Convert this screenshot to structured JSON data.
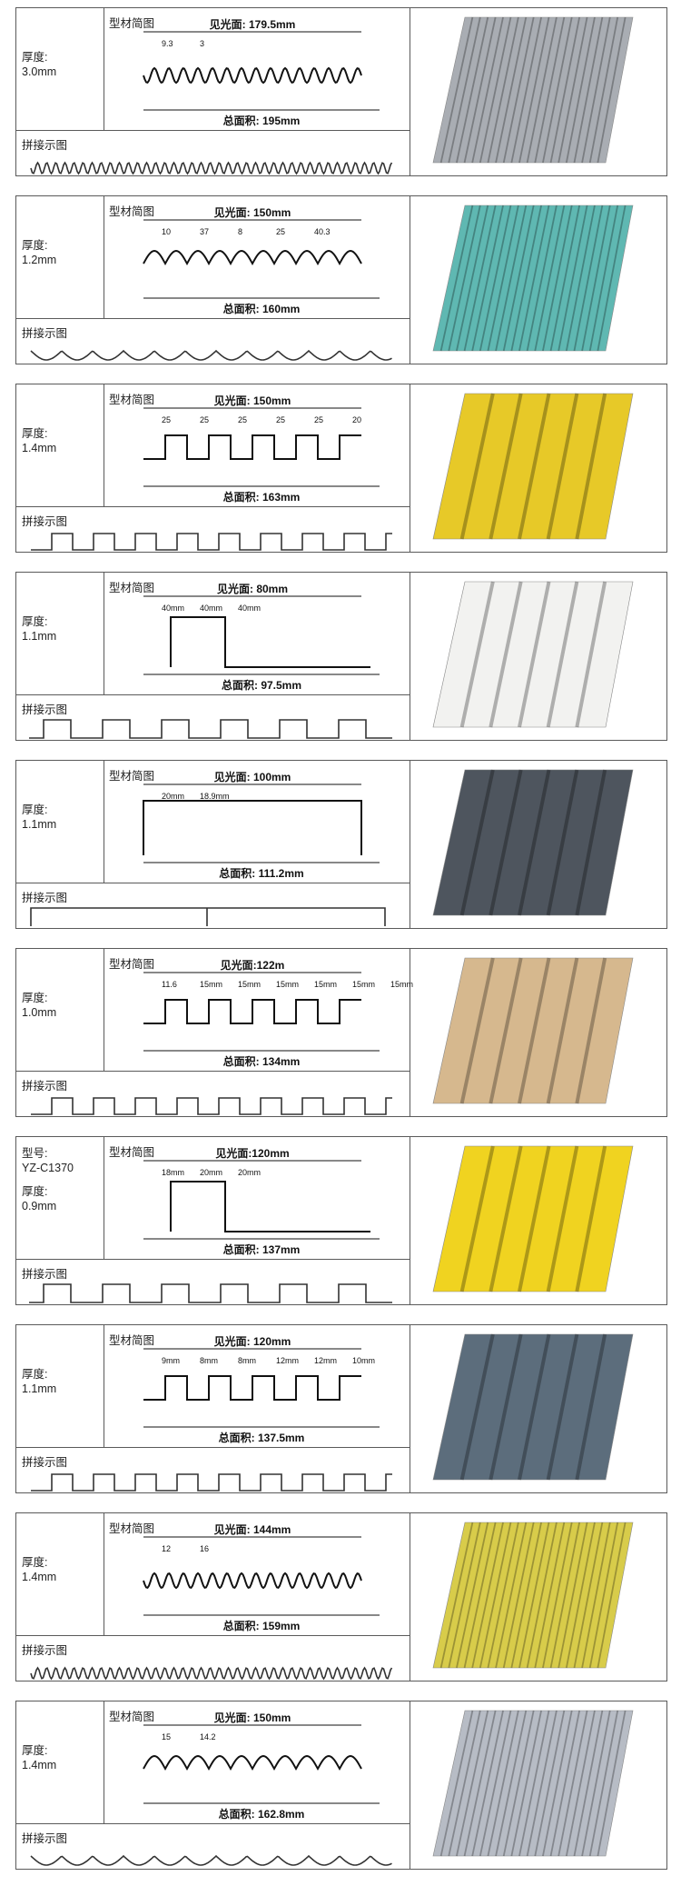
{
  "labels": {
    "profile_sketch": "型材简图",
    "splice_sketch": "拼接示图"
  },
  "profiles": [
    {
      "thickness_label": "厚度:",
      "thickness": "3.0mm",
      "visible": "见光面: 179.5mm",
      "total": "总面积: 195mm",
      "dims": [
        "9.3",
        "3"
      ],
      "color": "#a9adb3"
    },
    {
      "thickness_label": "厚度:",
      "thickness": "1.2mm",
      "visible": "见光面: 150mm",
      "total": "总面积: 160mm",
      "dims": [
        "10",
        "37",
        "8",
        "25",
        "40.3"
      ],
      "color": "#5fb8b2"
    },
    {
      "thickness_label": "厚度:",
      "thickness": "1.4mm",
      "visible": "见光面: 150mm",
      "total": "总面积: 163mm",
      "dims": [
        "25",
        "25",
        "25",
        "25",
        "25",
        "20"
      ],
      "color": "#e7c928"
    },
    {
      "thickness_label": "厚度:",
      "thickness": "1.1mm",
      "visible": "见光面: 80mm",
      "total": "总面积: 97.5mm",
      "dims": [
        "40mm",
        "40mm",
        "40mm"
      ],
      "color": "#f2f2f0"
    },
    {
      "thickness_label": "厚度:",
      "thickness": "1.1mm",
      "visible": "见光面: 100mm",
      "total": "总面积: 111.2mm",
      "dims": [
        "20mm",
        "18.9mm"
      ],
      "color": "#4e555e"
    },
    {
      "thickness_label": "厚度:",
      "thickness": "1.0mm",
      "visible": "见光面:122m",
      "total": "总面积: 134mm",
      "dims": [
        "11.6",
        "15mm",
        "15mm",
        "15mm",
        "15mm",
        "15mm",
        "15mm"
      ],
      "color": "#d6b88e"
    },
    {
      "model_label": "型号:",
      "model": "YZ-C1370",
      "thickness_label": "厚度:",
      "thickness": "0.9mm",
      "visible": "见光面:120mm",
      "total": "总面积: 137mm",
      "dims": [
        "18mm",
        "20mm",
        "20mm"
      ],
      "color": "#f0d320"
    },
    {
      "thickness_label": "厚度:",
      "thickness": "1.1mm",
      "visible": "见光面: 120mm",
      "total": "总面积: 137.5mm",
      "dims": [
        "9mm",
        "8mm",
        "8mm",
        "12mm",
        "12mm",
        "10mm"
      ],
      "color": "#5c6d7c"
    },
    {
      "thickness_label": "厚度:",
      "thickness": "1.4mm",
      "visible": "见光面: 144mm",
      "total": "总面积: 159mm",
      "dims": [
        "12",
        "16"
      ],
      "color": "#d8cc4a"
    },
    {
      "thickness_label": "厚度:",
      "thickness": "1.4mm",
      "visible": "见光面: 150mm",
      "total": "总面积: 162.8mm",
      "dims": [
        "15",
        "14.2"
      ],
      "color": "#b7bcc5"
    }
  ]
}
